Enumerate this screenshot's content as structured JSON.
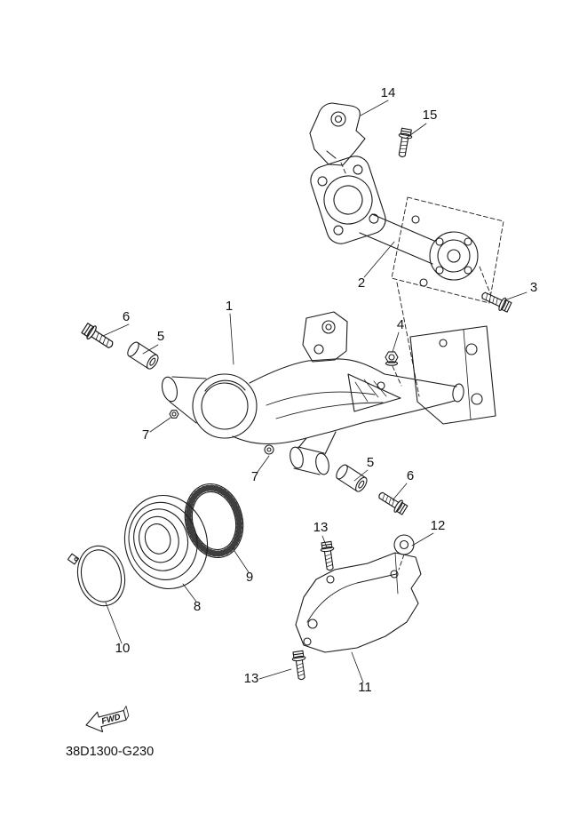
{
  "diagram": {
    "code": "38D1300-G230",
    "fwd": "FWD",
    "callouts": [
      {
        "label": "14"
      },
      {
        "label": "15"
      },
      {
        "label": "2"
      },
      {
        "label": "3"
      },
      {
        "label": "1"
      },
      {
        "label": "6"
      },
      {
        "label": "5"
      },
      {
        "label": "4"
      },
      {
        "label": "7"
      },
      {
        "label": "7"
      },
      {
        "label": "5"
      },
      {
        "label": "6"
      },
      {
        "label": "13"
      },
      {
        "label": "12"
      },
      {
        "label": "9"
      },
      {
        "label": "8"
      },
      {
        "label": "10"
      },
      {
        "label": "11"
      },
      {
        "label": "13"
      }
    ]
  }
}
